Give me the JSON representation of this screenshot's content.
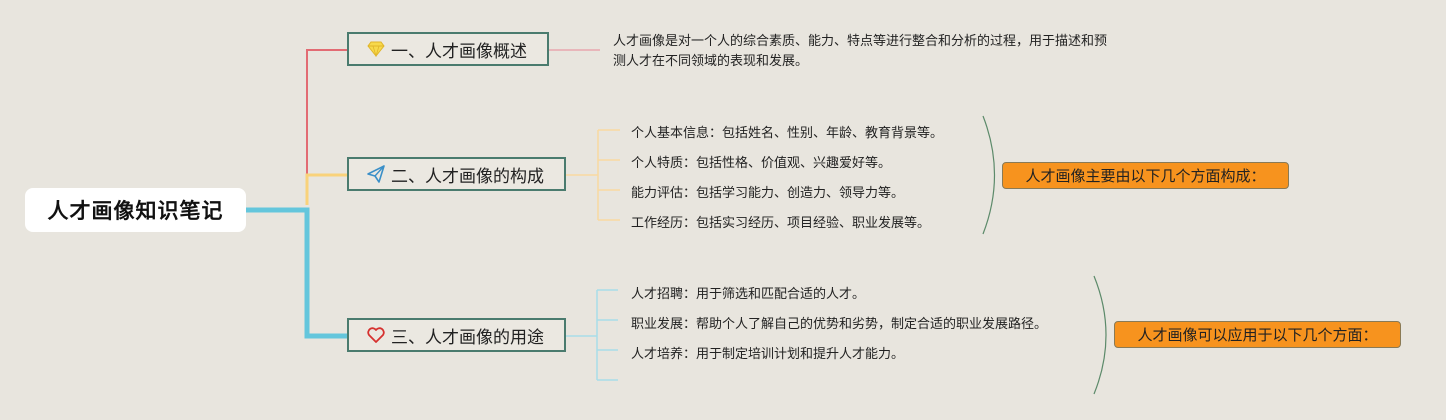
{
  "root": {
    "title": "人才画像知识笔记"
  },
  "branches": [
    {
      "label": "一、人才画像概述",
      "icon": "diamond-icon",
      "color": "#e26b73",
      "description": "人才画像是对一个人的综合素质、能力、特点等进行整合和分析的过程，用于描述和预测人才在不同领域的表现和发展。"
    },
    {
      "label": "二、人才画像的构成",
      "icon": "paper-plane-icon",
      "color": "#f9d27a",
      "items": [
        "个人基本信息：包括姓名、性别、年龄、教育背景等。",
        "个人特质：包括性格、价值观、兴趣爱好等。",
        "能力评估：包括学习能力、创造力、领导力等。",
        "工作经历：包括实习经历、项目经验、职业发展等。"
      ],
      "summary": "人才画像主要由以下几个方面构成："
    },
    {
      "label": "三、人才画像的用途",
      "icon": "heart-icon",
      "color": "#64c6dc",
      "items": [
        "人才招聘：用于筛选和匹配合适的人才。",
        "职业发展：帮助个人了解自己的优势和劣势，制定合适的职业发展路径。",
        "人才培养：用于制定培训计划和提升人才能力。"
      ],
      "summary": "人才画像可以应用于以下几个方面："
    }
  ],
  "colors": {
    "background": "#e8e5de",
    "branch_border": "#4a7b6e",
    "summary_fill": "#f7931e",
    "bracket": "#5c8a6a"
  }
}
